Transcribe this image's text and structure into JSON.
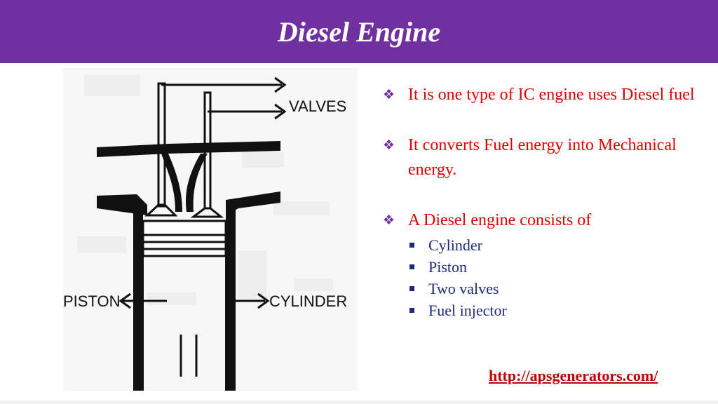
{
  "slide": {
    "title": "Diesel Engine"
  },
  "diagram": {
    "labels": {
      "valves": "VALVES",
      "piston": "PISTON",
      "cylinder": "CYLINDER"
    }
  },
  "bullets": [
    {
      "text": "It is one type of  IC engine uses Diesel fuel"
    },
    {
      "text": "It converts Fuel energy into Mechanical energy."
    },
    {
      "text": "A Diesel engine consists of",
      "sub": [
        "Cylinder",
        "Piston",
        "Two valves",
        "Fuel injector"
      ]
    }
  ],
  "footer": {
    "link": "http://apsgenerators.com/"
  },
  "colors": {
    "title_bar": "#7030a0",
    "bullet_text": "#e00000",
    "sub_text": "#1f2a7a",
    "link": "#c00000"
  }
}
